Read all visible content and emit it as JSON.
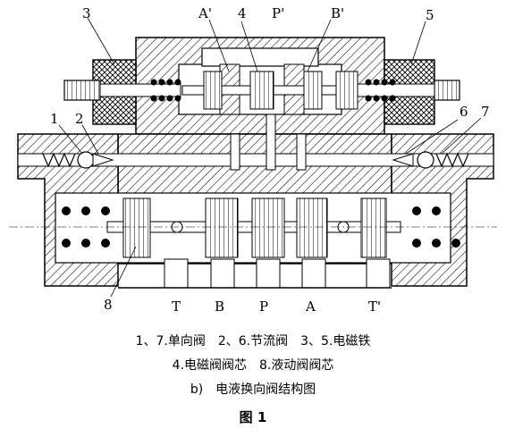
{
  "callouts": {
    "n1": "1",
    "n2": "2",
    "n3": "3",
    "n4": "4",
    "n5": "5",
    "n6": "6",
    "n7": "7",
    "n8": "8"
  },
  "ports_top": {
    "a_prime": "A'",
    "p_prime": "P'",
    "b_prime": "B'"
  },
  "ports_bottom": {
    "t": "T",
    "b": "B",
    "p": "P",
    "a": "A",
    "t_prime": "T'"
  },
  "caption": {
    "line1": "1、7.单向阀　2、6.节流阀　3、5.电磁铁",
    "line2": "4.电磁阀阀芯　8.液动阀阀芯",
    "line3": "b)　电液换向阀结构图",
    "figure_title": "图 1"
  }
}
